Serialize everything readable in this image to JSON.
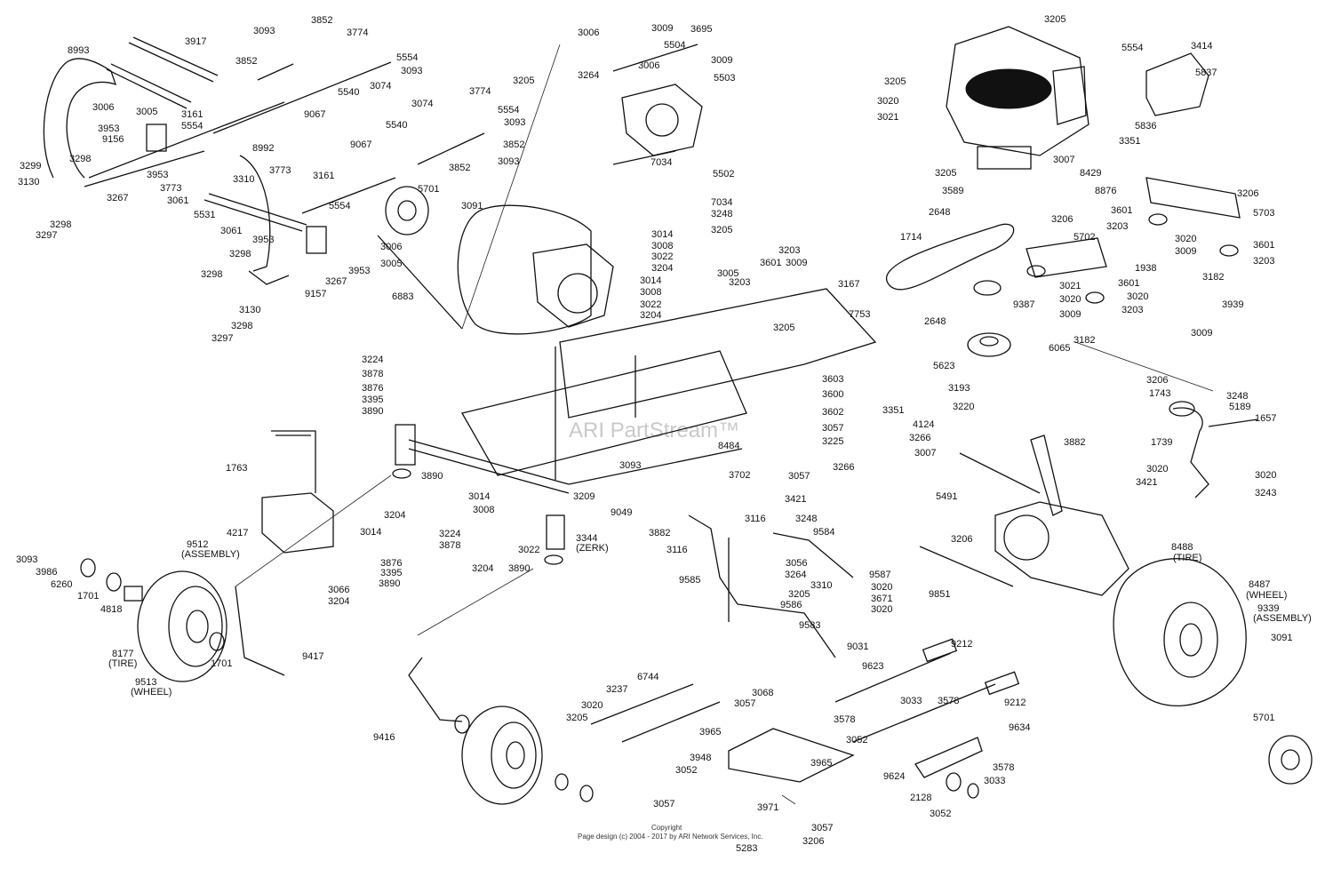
{
  "watermark": "ARI PartStream™",
  "footer": {
    "line1": "Copyright",
    "line2": "Page design (c) 2004 - 2017 by ARI Network Services, Inc."
  },
  "callouts": [
    {
      "id": "c-8993",
      "text": "8993"
    },
    {
      "id": "c-3917",
      "text": "3917"
    },
    {
      "id": "c-3093a",
      "text": "3093"
    },
    {
      "id": "c-3852a",
      "text": "3852"
    },
    {
      "id": "c-3774a",
      "text": "3774"
    },
    {
      "id": "c-5554a",
      "text": "5554"
    },
    {
      "id": "c-3093b",
      "text": "3093"
    },
    {
      "id": "c-3852b",
      "text": "3852"
    },
    {
      "id": "c-3074a",
      "text": "3074"
    },
    {
      "id": "c-5540a",
      "text": "5540"
    },
    {
      "id": "c-9067a",
      "text": "9067"
    },
    {
      "id": "c-3006a",
      "text": "3006"
    },
    {
      "id": "c-3005a",
      "text": "3005"
    },
    {
      "id": "c-3161a",
      "text": "3161"
    },
    {
      "id": "c-5554b",
      "text": "5554"
    },
    {
      "id": "c-3953a",
      "text": "3953"
    },
    {
      "id": "c-9156",
      "text": "9156"
    },
    {
      "id": "c-3298a",
      "text": "3298"
    },
    {
      "id": "c-3299",
      "text": "3299"
    },
    {
      "id": "c-3130a",
      "text": "3130"
    },
    {
      "id": "c-3298b",
      "text": "3298"
    },
    {
      "id": "c-3297a",
      "text": "3297"
    },
    {
      "id": "c-3267a",
      "text": "3267"
    },
    {
      "id": "c-3953b",
      "text": "3953"
    },
    {
      "id": "c-3773a",
      "text": "3773"
    },
    {
      "id": "c-8992",
      "text": "8992"
    },
    {
      "id": "c-3061a",
      "text": "3061"
    },
    {
      "id": "c-3310a",
      "text": "3310"
    },
    {
      "id": "c-5531",
      "text": "5531"
    },
    {
      "id": "c-3061b",
      "text": "3061"
    },
    {
      "id": "c-3773b",
      "text": "3773"
    },
    {
      "id": "c-3161b",
      "text": "3161"
    },
    {
      "id": "c-5554c",
      "text": "5554"
    },
    {
      "id": "c-3953c",
      "text": "3953"
    },
    {
      "id": "c-3006b",
      "text": "3006"
    },
    {
      "id": "c-3298c",
      "text": "3298"
    },
    {
      "id": "c-3005b",
      "text": "3005"
    },
    {
      "id": "c-3267b",
      "text": "3267"
    },
    {
      "id": "c-3953d",
      "text": "3953"
    },
    {
      "id": "c-9157",
      "text": "9157"
    },
    {
      "id": "c-3298d",
      "text": "3298"
    },
    {
      "id": "c-3130b",
      "text": "3130"
    },
    {
      "id": "c-3298e",
      "text": "3298"
    },
    {
      "id": "c-3297b",
      "text": "3297"
    },
    {
      "id": "c-6883",
      "text": "6883"
    },
    {
      "id": "c-3074b",
      "text": "3074"
    },
    {
      "id": "c-3774b",
      "text": "3774"
    },
    {
      "id": "c-5554d",
      "text": "5554"
    },
    {
      "id": "c-3093c",
      "text": "3093"
    },
    {
      "id": "c-5540b",
      "text": "5540"
    },
    {
      "id": "c-3852c",
      "text": "3852"
    },
    {
      "id": "c-9067b",
      "text": "9067"
    },
    {
      "id": "c-3852d",
      "text": "3852"
    },
    {
      "id": "c-3093d",
      "text": "3093"
    },
    {
      "id": "c-5701a",
      "text": "5701"
    },
    {
      "id": "c-3091a",
      "text": "3091"
    },
    {
      "id": "c-3006c",
      "text": "3006"
    },
    {
      "id": "c-3009a",
      "text": "3009"
    },
    {
      "id": "c-3695",
      "text": "3695"
    },
    {
      "id": "c-5504",
      "text": "5504"
    },
    {
      "id": "c-3205a",
      "text": "3205"
    },
    {
      "id": "c-3264a",
      "text": "3264"
    },
    {
      "id": "c-3006d",
      "text": "3006"
    },
    {
      "id": "c-3009b",
      "text": "3009"
    },
    {
      "id": "c-5503",
      "text": "5503"
    },
    {
      "id": "c-7034a",
      "text": "7034"
    },
    {
      "id": "c-5502",
      "text": "5502"
    },
    {
      "id": "c-7034b",
      "text": "7034"
    },
    {
      "id": "c-3248a",
      "text": "3248"
    },
    {
      "id": "c-3205b",
      "text": "3205"
    },
    {
      "id": "c-3014a",
      "text": "3014"
    },
    {
      "id": "c-3008a",
      "text": "3008"
    },
    {
      "id": "c-3022a",
      "text": "3022"
    },
    {
      "id": "c-3204a",
      "text": "3204"
    },
    {
      "id": "c-3014b",
      "text": "3014"
    },
    {
      "id": "c-3008b",
      "text": "3008"
    },
    {
      "id": "c-3022b",
      "text": "3022"
    },
    {
      "id": "c-3204b",
      "text": "3204"
    },
    {
      "id": "c-3005c",
      "text": "3005"
    },
    {
      "id": "c-3601a",
      "text": "3601"
    },
    {
      "id": "c-3203a",
      "text": "3203"
    },
    {
      "id": "c-3203b",
      "text": "3203"
    },
    {
      "id": "c-3009c",
      "text": "3009"
    },
    {
      "id": "c-3167",
      "text": "3167"
    },
    {
      "id": "c-7753",
      "text": "7753"
    },
    {
      "id": "c-3205c",
      "text": "3205"
    },
    {
      "id": "c-3205d",
      "text": "3205"
    },
    {
      "id": "c-3414",
      "text": "3414"
    },
    {
      "id": "c-5554e",
      "text": "5554"
    },
    {
      "id": "c-5837",
      "text": "5837"
    },
    {
      "id": "c-3205e",
      "text": "3205"
    },
    {
      "id": "c-3020a",
      "text": "3020"
    },
    {
      "id": "c-3021a",
      "text": "3021"
    },
    {
      "id": "c-5836",
      "text": "5836"
    },
    {
      "id": "c-3351a",
      "text": "3351"
    },
    {
      "id": "c-3007a",
      "text": "3007"
    },
    {
      "id": "c-3205f",
      "text": "3205"
    },
    {
      "id": "c-8429",
      "text": "8429"
    },
    {
      "id": "c-3589",
      "text": "3589"
    },
    {
      "id": "c-8876",
      "text": "8876"
    },
    {
      "id": "c-2648a",
      "text": "2648"
    },
    {
      "id": "c-3206a",
      "text": "3206"
    },
    {
      "id": "c-3601b",
      "text": "3601"
    },
    {
      "id": "c-5703",
      "text": "5703"
    },
    {
      "id": "c-3203c",
      "text": "3203"
    },
    {
      "id": "c-1714",
      "text": "1714"
    },
    {
      "id": "c-3206b",
      "text": "3206"
    },
    {
      "id": "c-5702",
      "text": "5702"
    },
    {
      "id": "c-3020b",
      "text": "3020"
    },
    {
      "id": "c-3601c",
      "text": "3601"
    },
    {
      "id": "c-3009d",
      "text": "3009"
    },
    {
      "id": "c-3203d",
      "text": "3203"
    },
    {
      "id": "c-1938",
      "text": "1938"
    },
    {
      "id": "c-3182a",
      "text": "3182"
    },
    {
      "id": "c-3021b",
      "text": "3021"
    },
    {
      "id": "c-3020c",
      "text": "3020"
    },
    {
      "id": "c-3601d",
      "text": "3601"
    },
    {
      "id": "c-3020d",
      "text": "3020"
    },
    {
      "id": "c-3939",
      "text": "3939"
    },
    {
      "id": "c-9387",
      "text": "9387"
    },
    {
      "id": "c-3009e",
      "text": "3009"
    },
    {
      "id": "c-3203e",
      "text": "3203"
    },
    {
      "id": "c-2648b",
      "text": "2648"
    },
    {
      "id": "c-3009f",
      "text": "3009"
    },
    {
      "id": "c-6065",
      "text": "6065"
    },
    {
      "id": "c-3182b",
      "text": "3182"
    },
    {
      "id": "c-5623",
      "text": "5623"
    },
    {
      "id": "c-3193",
      "text": "3193"
    },
    {
      "id": "c-3220",
      "text": "3220"
    },
    {
      "id": "c-3206c",
      "text": "3206"
    },
    {
      "id": "c-1743",
      "text": "1743"
    },
    {
      "id": "c-3248b",
      "text": "3248"
    },
    {
      "id": "c-5189",
      "text": "5189"
    },
    {
      "id": "c-1657",
      "text": "1657"
    },
    {
      "id": "c-1739",
      "text": "1739"
    },
    {
      "id": "c-3882a",
      "text": "3882"
    },
    {
      "id": "c-3020e",
      "text": "3020"
    },
    {
      "id": "c-3020f",
      "text": "3020"
    },
    {
      "id": "c-3421a",
      "text": "3421"
    },
    {
      "id": "c-3243",
      "text": "3243"
    },
    {
      "id": "c-3224a",
      "text": "3224"
    },
    {
      "id": "c-3878a",
      "text": "3878"
    },
    {
      "id": "c-3876a",
      "text": "3876"
    },
    {
      "id": "c-3395a",
      "text": "3395"
    },
    {
      "id": "c-3890a",
      "text": "3890"
    },
    {
      "id": "c-3603",
      "text": "3603"
    },
    {
      "id": "c-3600",
      "text": "3600"
    },
    {
      "id": "c-3602",
      "text": "3602"
    },
    {
      "id": "c-3057a",
      "text": "3057"
    },
    {
      "id": "c-3225",
      "text": "3225"
    },
    {
      "id": "c-8484",
      "text": "8484"
    },
    {
      "id": "c-3351b",
      "text": "3351"
    },
    {
      "id": "c-4124",
      "text": "4124"
    },
    {
      "id": "c-3266a",
      "text": "3266"
    },
    {
      "id": "c-3007b",
      "text": "3007"
    },
    {
      "id": "c-3266b",
      "text": "3266"
    },
    {
      "id": "c-3702",
      "text": "3702"
    },
    {
      "id": "c-3057b",
      "text": "3057"
    },
    {
      "id": "c-3421b",
      "text": "3421"
    },
    {
      "id": "c-5491",
      "text": "5491"
    },
    {
      "id": "c-1763",
      "text": "1763"
    },
    {
      "id": "c-3890b",
      "text": "3890"
    },
    {
      "id": "c-3093e",
      "text": "3093"
    },
    {
      "id": "c-3014c",
      "text": "3014"
    },
    {
      "id": "c-3008c",
      "text": "3008"
    },
    {
      "id": "c-3209",
      "text": "3209"
    },
    {
      "id": "c-9049",
      "text": "9049"
    },
    {
      "id": "c-3204c",
      "text": "3204"
    },
    {
      "id": "c-4217",
      "text": "4217"
    },
    {
      "id": "c-3014d",
      "text": "3014"
    },
    {
      "id": "c-3224b",
      "text": "3224"
    },
    {
      "id": "c-3878b",
      "text": "3878"
    },
    {
      "id": "c-3022c",
      "text": "3022"
    },
    {
      "id": "c-3344",
      "text": "3344"
    },
    {
      "id": "c-zerk",
      "text": "(ZERK)"
    },
    {
      "id": "c-3876b",
      "text": "3876"
    },
    {
      "id": "c-3395b",
      "text": "3395"
    },
    {
      "id": "c-3890c",
      "text": "3890"
    },
    {
      "id": "c-3204d",
      "text": "3204"
    },
    {
      "id": "c-3890d",
      "text": "3890"
    },
    {
      "id": "c-3066",
      "text": "3066"
    },
    {
      "id": "c-3204e",
      "text": "3204"
    },
    {
      "id": "c-3093f",
      "text": "3093"
    },
    {
      "id": "c-3986",
      "text": "3986"
    },
    {
      "id": "c-6260",
      "text": "6260"
    },
    {
      "id": "c-1701a",
      "text": "1701"
    },
    {
      "id": "c-4818",
      "text": "4818"
    },
    {
      "id": "c-9512",
      "text": "9512"
    },
    {
      "id": "c-9512b",
      "text": "(ASSEMBLY)"
    },
    {
      "id": "c-8177",
      "text": "8177"
    },
    {
      "id": "c-8177b",
      "text": "(TIRE)"
    },
    {
      "id": "c-1701b",
      "text": "1701"
    },
    {
      "id": "c-9513",
      "text": "9513"
    },
    {
      "id": "c-9513b",
      "text": "(WHEEL)"
    },
    {
      "id": "c-9417",
      "text": "9417"
    },
    {
      "id": "c-3882b",
      "text": "3882"
    },
    {
      "id": "c-3116a",
      "text": "3116"
    },
    {
      "id": "c-3116b",
      "text": "3116"
    },
    {
      "id": "c-3248c",
      "text": "3248"
    },
    {
      "id": "c-9584",
      "text": "9584"
    },
    {
      "id": "c-3056",
      "text": "3056"
    },
    {
      "id": "c-3264b",
      "text": "3264"
    },
    {
      "id": "c-3310b",
      "text": "3310"
    },
    {
      "id": "c-9587",
      "text": "9587"
    },
    {
      "id": "c-3020g",
      "text": "3020"
    },
    {
      "id": "c-3671",
      "text": "3671"
    },
    {
      "id": "c-3020h",
      "text": "3020"
    },
    {
      "id": "c-9585",
      "text": "9585"
    },
    {
      "id": "c-3205g",
      "text": "3205"
    },
    {
      "id": "c-9586",
      "text": "9586"
    },
    {
      "id": "c-9583",
      "text": "9583"
    },
    {
      "id": "c-9031",
      "text": "9031"
    },
    {
      "id": "c-9623",
      "text": "9623"
    },
    {
      "id": "c-9212a",
      "text": "9212"
    },
    {
      "id": "c-9851",
      "text": "9851"
    },
    {
      "id": "c-3206d",
      "text": "3206"
    },
    {
      "id": "c-8488",
      "text": "8488"
    },
    {
      "id": "c-8488b",
      "text": "(TIRE)"
    },
    {
      "id": "c-8487",
      "text": "8487"
    },
    {
      "id": "c-8487b",
      "text": "(WHEEL)"
    },
    {
      "id": "c-9339",
      "text": "9339"
    },
    {
      "id": "c-9339b",
      "text": "(ASSEMBLY)"
    },
    {
      "id": "c-3091b",
      "text": "3091"
    },
    {
      "id": "c-5701b",
      "text": "5701"
    },
    {
      "id": "c-9416",
      "text": "9416"
    },
    {
      "id": "c-6744",
      "text": "6744"
    },
    {
      "id": "c-3237",
      "text": "3237"
    },
    {
      "id": "c-3020i",
      "text": "3020"
    },
    {
      "id": "c-3205h",
      "text": "3205"
    },
    {
      "id": "c-3068",
      "text": "3068"
    },
    {
      "id": "c-3057c",
      "text": "3057"
    },
    {
      "id": "c-3578a",
      "text": "3578"
    },
    {
      "id": "c-3033a",
      "text": "3033"
    },
    {
      "id": "c-3578b",
      "text": "3578"
    },
    {
      "id": "c-3052a",
      "text": "3052"
    },
    {
      "id": "c-9212b",
      "text": "9212"
    },
    {
      "id": "c-9634",
      "text": "9634"
    },
    {
      "id": "c-3965a",
      "text": "3965"
    },
    {
      "id": "c-3948",
      "text": "3948"
    },
    {
      "id": "c-3965b",
      "text": "3965"
    },
    {
      "id": "c-3052b",
      "text": "3052"
    },
    {
      "id": "c-3971",
      "text": "3971"
    },
    {
      "id": "c-3057d",
      "text": "3057"
    },
    {
      "id": "c-9624",
      "text": "9624"
    },
    {
      "id": "c-3578c",
      "text": "3578"
    },
    {
      "id": "c-2128",
      "text": "2128"
    },
    {
      "id": "c-3033b",
      "text": "3033"
    },
    {
      "id": "c-3052c",
      "text": "3052"
    },
    {
      "id": "c-3057e",
      "text": "3057"
    },
    {
      "id": "c-3206e",
      "text": "3206"
    },
    {
      "id": "c-5283",
      "text": "5283"
    }
  ]
}
